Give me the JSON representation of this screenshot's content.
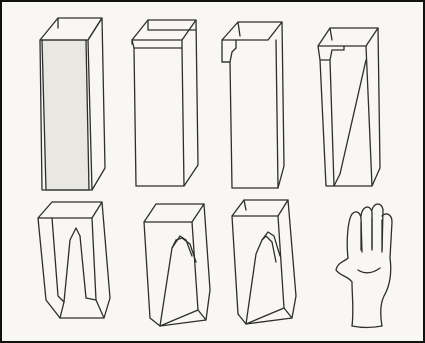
{
  "figure": {
    "border_color": "#111111",
    "ink_color": "#2e2e2e",
    "paper_color": "#f8f7f3",
    "panel_count": 8,
    "panels": [
      {
        "id": 1,
        "depicts": "block"
      },
      {
        "id": 2,
        "depicts": "block-top-cut"
      },
      {
        "id": 3,
        "depicts": "block-corner-cut"
      },
      {
        "id": 4,
        "depicts": "block-diagonal-cut"
      },
      {
        "id": 5,
        "depicts": "block-thumb-split"
      },
      {
        "id": 6,
        "depicts": "block-finger-wedge"
      },
      {
        "id": 7,
        "depicts": "block-finger-wedge-refined"
      },
      {
        "id": 8,
        "depicts": "hand"
      }
    ]
  }
}
